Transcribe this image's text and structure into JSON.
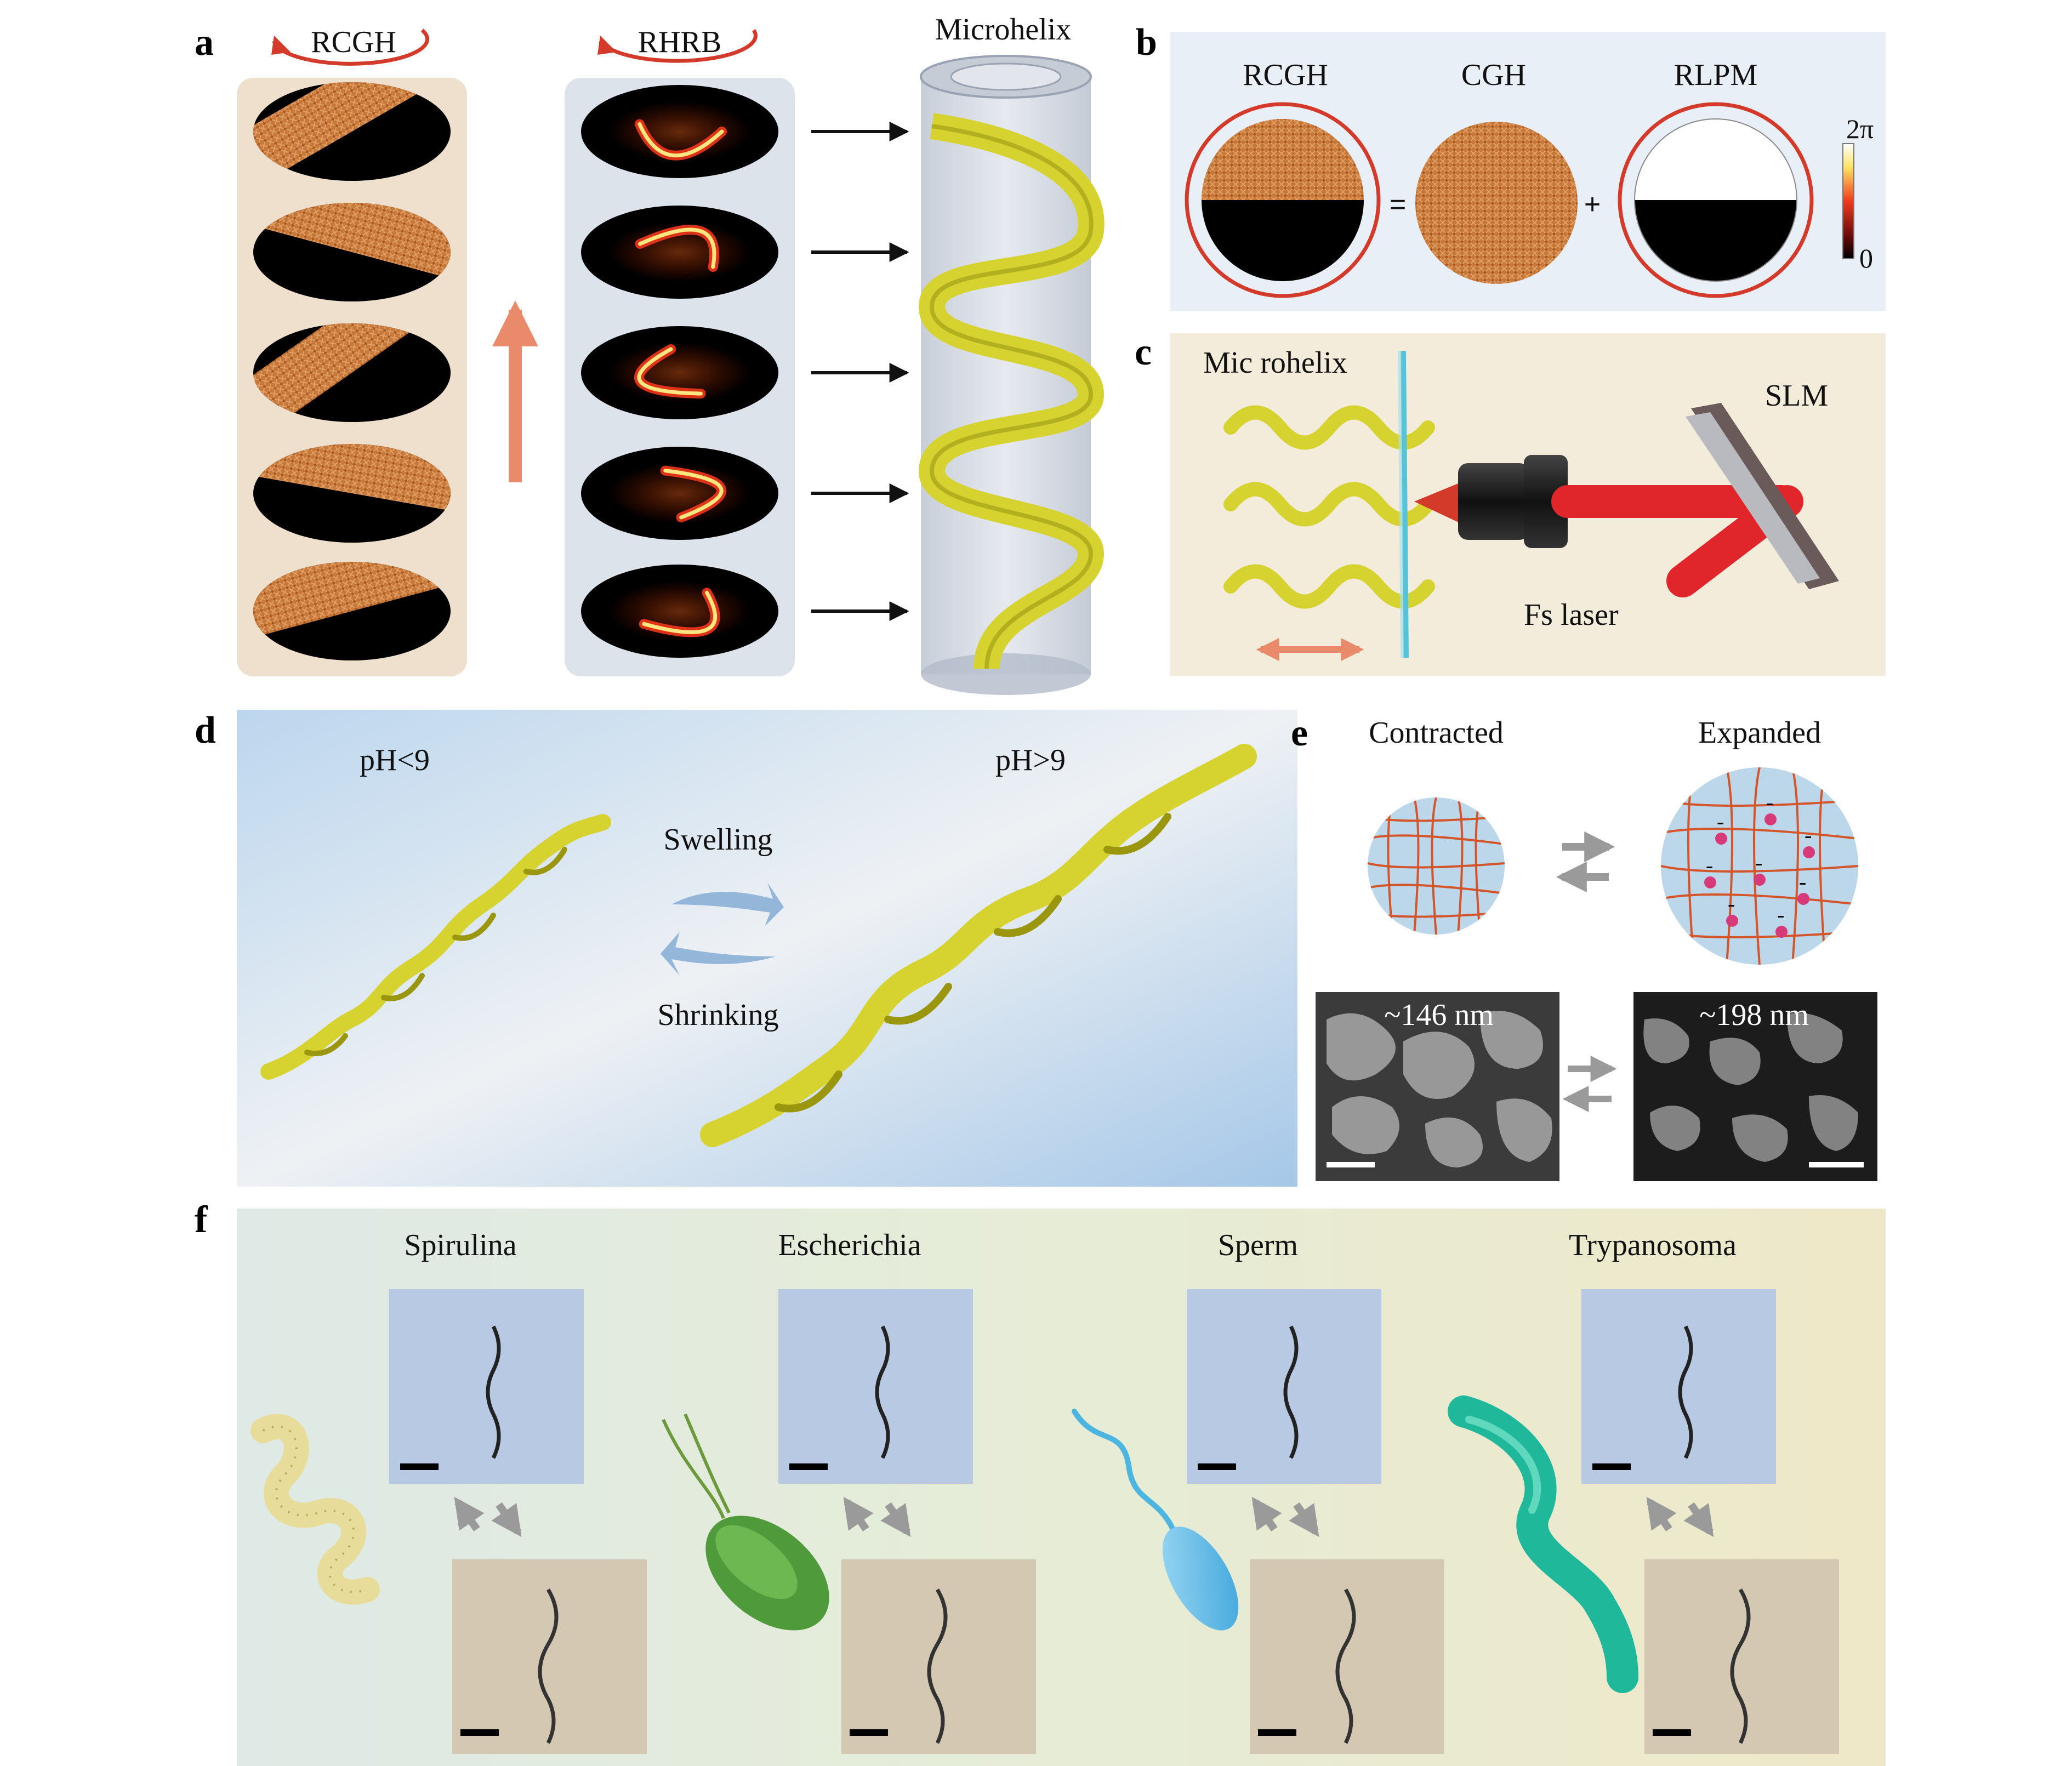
{
  "panels": {
    "a": {
      "label": "a",
      "rcgh_title": "RCGH",
      "rhrb_title": "RHRB",
      "microhelix_title": "Microhelix",
      "holograms": [
        {
          "angle": -30
        },
        {
          "angle": 15
        },
        {
          "angle": -35
        },
        {
          "angle": 10
        },
        {
          "angle": -15
        }
      ],
      "beams": [
        {
          "angle": 0
        },
        {
          "angle": 200
        },
        {
          "angle": 60
        },
        {
          "angle": 250
        },
        {
          "angle": 310
        }
      ]
    },
    "b": {
      "label": "b",
      "rcgh_label": "RCGH",
      "cgh_label": "CGH",
      "rlpm_label": "RLPM",
      "equals_sign": "=",
      "plus_sign": "+",
      "colorbar_max": "2π",
      "colorbar_min": "0"
    },
    "c": {
      "label": "c",
      "microhelix_label": "Mic rohelix",
      "slm_label": "SLM",
      "laser_label": "Fs laser"
    },
    "d": {
      "label": "d",
      "ph_low": "pH<9",
      "ph_high": "pH>9",
      "swelling": "Swelling",
      "shrinking": "Shrinking"
    },
    "e": {
      "label": "e",
      "contracted": "Contracted",
      "expanded": "Expanded",
      "pore_contracted": "~146 nm",
      "pore_expanded": "~198 nm",
      "charge_sign": "-"
    },
    "f": {
      "label": "f",
      "organisms": [
        {
          "name": "Spirulina"
        },
        {
          "name": "Escherichia"
        },
        {
          "name": "Sperm"
        },
        {
          "name": "Trypanosoma"
        }
      ]
    }
  },
  "colors": {
    "hologram_orange": "#c8793a",
    "helix_yellow": "#d6d230",
    "laser_red": "#e0262a",
    "arrow_salmon": "#e98a6a",
    "cell_blue": "#7ec2e8",
    "cell_green": "#4f9a3b",
    "trypanosoma_teal": "#1fb89a"
  }
}
